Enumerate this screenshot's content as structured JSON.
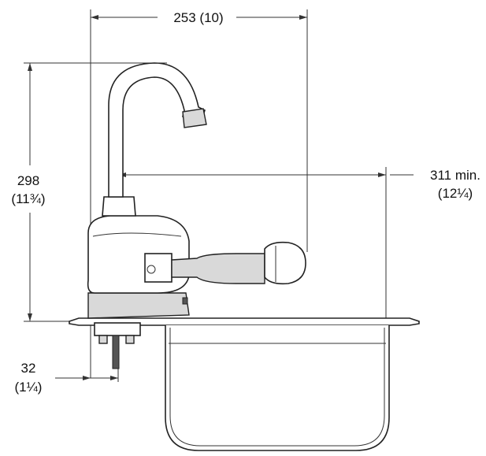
{
  "dimensions": {
    "width": {
      "value": "253 (10)"
    },
    "height": {
      "value": "298",
      "inch": "(11¾)"
    },
    "reach": {
      "value": "311 min.",
      "inch": "(12¼)"
    },
    "offset": {
      "value": "32",
      "inch": "(1¼)"
    }
  },
  "colors": {
    "line": "#222222",
    "shade": "#d9d9d9"
  }
}
